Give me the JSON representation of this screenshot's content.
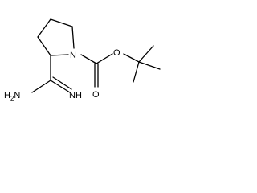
{
  "structure": {
    "atoms": {
      "ring_nitrogen": "N",
      "carbonyl_oxygen": "O",
      "ester_oxygen": "O",
      "amine": {
        "main": "H",
        "sub": "2",
        "tail": "N"
      },
      "imine": "NH"
    }
  }
}
